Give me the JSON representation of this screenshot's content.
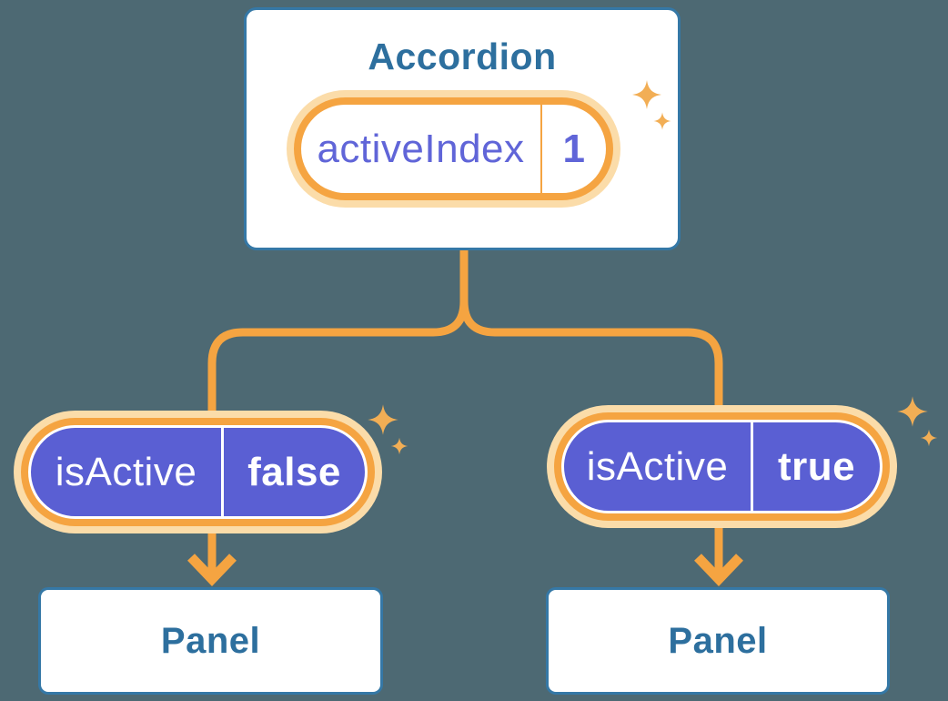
{
  "colors": {
    "bg": "#4D6973",
    "orange": "#F5A441",
    "orange-light": "#FBDCA9",
    "sparkle": "#F2AE55",
    "indigo": "#5A5FD3",
    "indigo-text": "#6065D8",
    "blue-border": "#3578A6",
    "blue-text": "#2D6F9E"
  },
  "accordion": {
    "title": "Accordion",
    "state_pill": {
      "name": "activeIndex",
      "value": "1"
    }
  },
  "children": [
    {
      "pill": {
        "name": "isActive",
        "value": "false"
      },
      "panel_label": "Panel"
    },
    {
      "pill": {
        "name": "isActive",
        "value": "true"
      },
      "panel_label": "Panel"
    }
  ]
}
